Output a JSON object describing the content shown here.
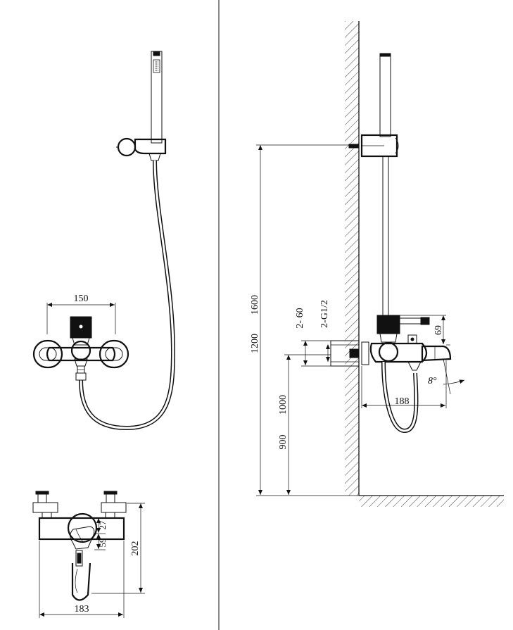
{
  "dimensions": {
    "front_width": "150",
    "top_width": "183",
    "top_depth": "202",
    "top_d1": "27",
    "top_d2": "59",
    "side_h_high": "1600",
    "side_h_low": "1200",
    "side_spout_h_high": "1000",
    "side_spout_h_low": "900",
    "side_inlet_a": "2- 60",
    "side_inlet_b": "2-G1/2",
    "side_handle": "69",
    "side_spout_reach": "188",
    "side_angle": "8°"
  }
}
